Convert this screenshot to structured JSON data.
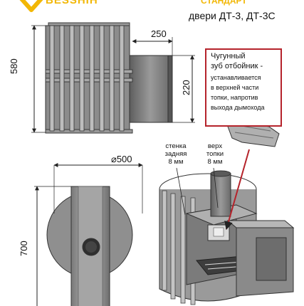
{
  "brand": {
    "name": "BESSHIH",
    "model": "СТАНДАРТ",
    "doors": "двери ДТ-3, ДТ-3С"
  },
  "dimensions": {
    "width_250": "250",
    "height_580": "580",
    "height_220": "220",
    "diameter_500": "⌀500",
    "height_700": "700"
  },
  "note": {
    "title_line1": "Чугунный",
    "title_line2": "зуб отбойник -",
    "body": [
      "устанавливается",
      "в верхней части",
      "топки, напротив",
      "выхода дымохода"
    ]
  },
  "callouts": {
    "back_wall": [
      "стенка",
      "задняя",
      "8 мм"
    ],
    "top_firebox": [
      "верх",
      "топки",
      "8 мм"
    ]
  },
  "colors": {
    "accent": "#f2b705",
    "note_border": "#b5232b",
    "metal": "#8a8a8a"
  }
}
